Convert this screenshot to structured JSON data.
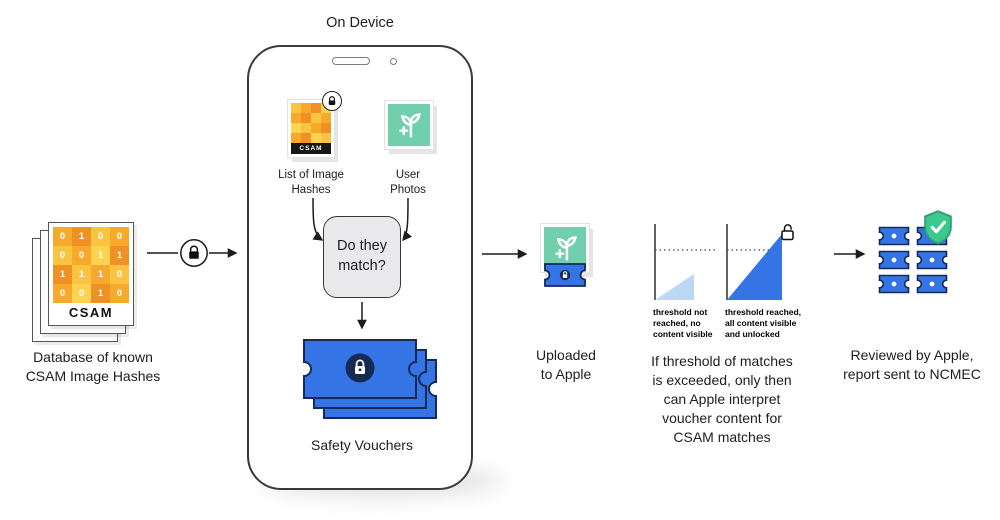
{
  "colors": {
    "blue": "#3574E4",
    "navy": "#152A54",
    "light_blue": "#BDD8F6",
    "mint": "#72CFAE",
    "green": "#3DC98B",
    "green_dark": "#2AA273",
    "box_gray": "#E9E9EB",
    "orange_palette": [
      "#F7A92C",
      "#FBC440",
      "#F09126",
      "#FFD34F"
    ]
  },
  "on_device": {
    "label": "On Device"
  },
  "database": {
    "caption": "Database of known\nCSAM Image Hashes",
    "card_label": "CSAM",
    "grid_rows": [
      "0100",
      "0011",
      "1110",
      "0010"
    ],
    "cell_colors": [
      0,
      2,
      1,
      0,
      1,
      0,
      3,
      2,
      2,
      1,
      0,
      1,
      0,
      3,
      2,
      0
    ]
  },
  "phone": {
    "hash_card": {
      "label": "CSAM",
      "caption": "List of Image\nHashes",
      "cell_colors": [
        1,
        0,
        2,
        3,
        0,
        2,
        1,
        0,
        3,
        1,
        0,
        2,
        0,
        2,
        3,
        1
      ]
    },
    "photos": {
      "caption": "User\nPhotos"
    },
    "match_box": {
      "question": "Do they\nmatch?"
    },
    "vouchers": {
      "caption": "Safety Vouchers"
    }
  },
  "upload": {
    "caption": "Uploaded\nto Apple"
  },
  "threshold": {
    "not_reached_label": "threshold not\nreached, no\ncontent visible",
    "reached_label": "threshold reached,\nall content visible\nand unlocked",
    "caption": "If threshold of matches\nis exceeded, only then\ncan Apple interpret\nvoucher content for\nCSAM matches"
  },
  "review": {
    "caption": "Reviewed by Apple,\nreport sent to NCMEC",
    "ticket_rows": 3,
    "ticket_cols": 2
  }
}
